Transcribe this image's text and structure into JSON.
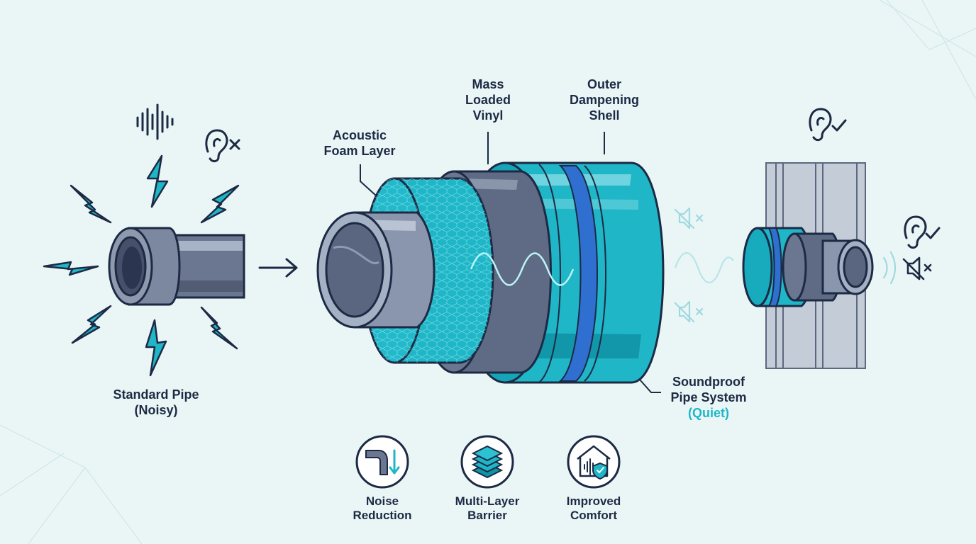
{
  "labels": {
    "standard_pipe": [
      "Standard Pipe",
      "(Noisy)"
    ],
    "acoustic_foam": [
      "Acoustic",
      "Foam Layer"
    ],
    "mass_loaded_vinyl": [
      "Mass",
      "Loaded",
      "Vinyl"
    ],
    "outer_shell": [
      "Outer",
      "Dampening",
      "Shell"
    ],
    "soundproof_system": [
      "Soundproof",
      "Pipe System",
      "(Quiet)"
    ]
  },
  "features": [
    {
      "label": [
        "Noise",
        "Reduction"
      ],
      "icon": "pipe-arrow-icon"
    },
    {
      "label": [
        "Multi-Layer",
        "Barrier"
      ],
      "icon": "layers-icon"
    },
    {
      "label": [
        "Improved",
        "Comfort"
      ],
      "icon": "house-shield-icon"
    }
  ],
  "colors": {
    "background": "#eaf6f6",
    "outline": "#1c2a44",
    "teal": "#1fb6c7",
    "teal_dark": "#0f93a6",
    "pipe_gray": "#6b7790",
    "pipe_light": "#a7b3c6",
    "band_blue": "#2f6fd0"
  }
}
